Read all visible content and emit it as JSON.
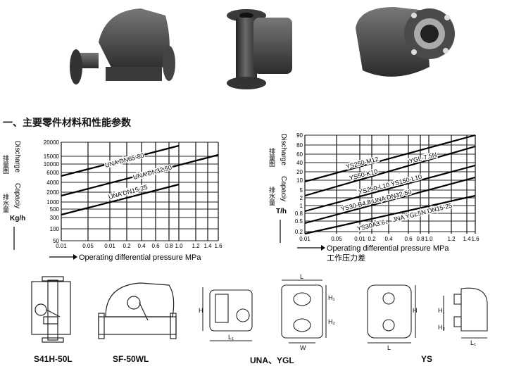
{
  "heading": "一、主要零件材料和性能参数",
  "products": [
    {
      "name": "float-trap-photo-1"
    },
    {
      "name": "float-trap-photo-2"
    },
    {
      "name": "float-trap-photo-3"
    }
  ],
  "chart_data": [
    {
      "type": "line",
      "ylabel_en_1": "Discharge",
      "ylabel_cn_1": "排量图",
      "ylabel_en_2": "Capaciy",
      "ylabel_cn_2": "排水量",
      "yunit": "Kg/h",
      "xlabel": "Operating differential pressure MPa",
      "x_ticks": [
        "0.01",
        "0.05",
        "0.01",
        "0.2",
        "0.4",
        "0.6",
        "0.8",
        "1.0",
        "1.2",
        "1.4",
        "1.6"
      ],
      "y_ticks": [
        "20000",
        "15000",
        "10000",
        "6000",
        "4000",
        "2000",
        "1000",
        "500",
        "300",
        "100",
        "50"
      ],
      "series": [
        {
          "name": "UNA DN65-80",
          "x": [
            0.01,
            1.0
          ],
          "y": [
            5000,
            18000
          ]
        },
        {
          "name": "UNA DN32.50",
          "x": [
            0.01,
            1.6
          ],
          "y": [
            1500,
            15000
          ]
        },
        {
          "name": "UNA DN15-25",
          "x": [
            0.01,
            1.0
          ],
          "y": [
            350,
            3500
          ]
        }
      ]
    },
    {
      "type": "line",
      "ylabel_en_1": "Discharge",
      "ylabel_cn_1": "排量图",
      "ylabel_en_2": "Capaciy",
      "ylabel_cn_2": "排水量",
      "yunit": "T/h",
      "xlabel": "Operating differential pressure MPa",
      "xlabel_cn": "工作压力差",
      "x_ticks": [
        "0.01",
        "0.05",
        "0.01",
        "0.2",
        "0.4",
        "0.6",
        "0.8",
        "1.0",
        "1.2",
        "1.4",
        "1.6"
      ],
      "y_ticks": [
        "90",
        "80",
        "60",
        "40",
        "20",
        "10",
        "5",
        "2",
        "1",
        "0.8",
        "0.5",
        "0.2"
      ],
      "series": [
        {
          "name": "YS250-M12 / YGL-7.5N",
          "x": [
            0.01,
            1.6
          ],
          "y": [
            9,
            90
          ]
        },
        {
          "name": "YS50-K10 / YS250-L10 YS150-L10",
          "x": [
            0.01,
            1.6
          ],
          "y": [
            3,
            75
          ]
        },
        {
          "name": "YS30-B4.8 UNA DN32-50",
          "x": [
            0.01,
            1.6
          ],
          "y": [
            0.9,
            30
          ]
        },
        {
          "name": "YS30A3.6、JNA YGL5N DN15-25",
          "x": [
            0.01,
            1.6
          ],
          "y": [
            0.2,
            3
          ]
        }
      ],
      "line_labels": [
        "YS250-M12",
        "YGL-7.5N",
        "YS50-K10",
        "YS250-L10  YS150-L10",
        "YS30-B4.8   UNA  DN32-50",
        "YS30A3.6、 JNA YGL5N DN15-25"
      ]
    }
  ],
  "diagrams": {
    "captions": [
      "S41H-50L",
      "SF-50WL",
      "UNA、YGL",
      "YS"
    ],
    "dims": {
      "H": "H",
      "L": "L",
      "L1": "L₁",
      "H1": "H₁",
      "H2": "H₂",
      "W": "W"
    }
  }
}
